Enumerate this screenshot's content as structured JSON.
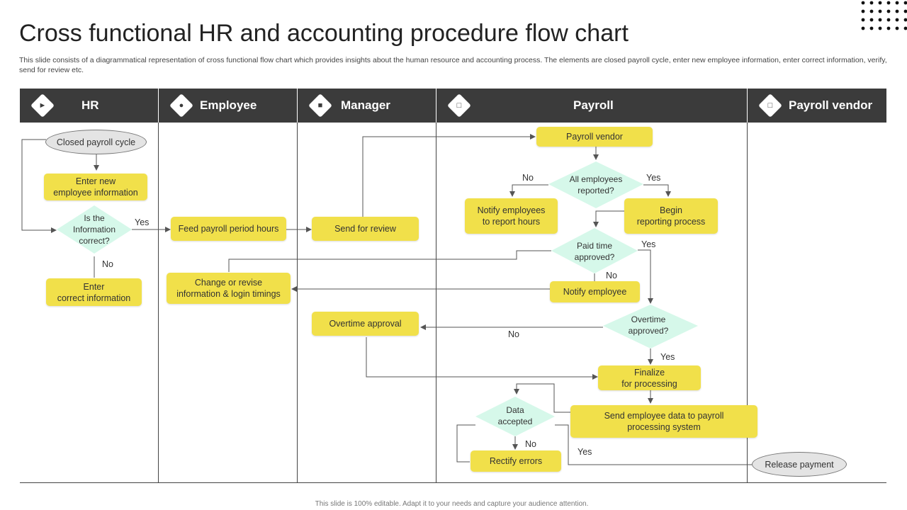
{
  "title": "Cross functional HR and accounting procedure flow chart",
  "description": "This slide consists of a diagrammatical representation of cross functional flow chart which provides insights about the human resource and accounting process. The elements are closed payroll cycle, enter new employee information, enter correct information, verify, send for review etc.",
  "footer": "This slide is 100% editable. Adapt it to your needs and capture your audience attention.",
  "lanes": {
    "hr": "HR",
    "employee": "Employee",
    "manager": "Manager",
    "payroll": "Payroll",
    "vendor": "Payroll vendor"
  },
  "lane_icons": {
    "hr": "hand-coin-icon",
    "employee": "team-icon",
    "manager": "person-desk-icon",
    "payroll": "document-icon",
    "vendor": "invoice-icon"
  },
  "nodes": {
    "closed_payroll": "Closed payroll cycle",
    "enter_new": "Enter new\nemployee information",
    "is_info_correct": "Is the\nInformation\ncorrect?",
    "enter_correct": "Enter\ncorrect information",
    "feed_hours": "Feed payroll period hours",
    "change_revise": "Change  or revise\ninformation  & login timings",
    "send_review": "Send for review",
    "overtime_approval": "Overtime  approval",
    "payroll_vendor": "Payroll vendor",
    "all_reported": "All employees\nreported?",
    "notify_report": "Notify employees\nto report hours",
    "begin_reporting": "Begin\nreporting process",
    "paid_time": "Paid time\napproved?",
    "notify_employee": "Notify employee",
    "overtime_approved": "Overtime\napproved?",
    "finalize": "Finalize\nfor processing",
    "send_data": "Send employee data to payroll\nprocessing system",
    "data_accepted": "Data\naccepted",
    "rectify": "Rectify errors",
    "release_payment": "Release payment"
  },
  "edge_labels": {
    "yes_info": "Yes",
    "no_info": "No",
    "no_reported": "No",
    "yes_reported": "Yes",
    "yes_paid": "Yes",
    "no_paid": "No",
    "no_overtime": "No",
    "yes_overtime": "Yes",
    "no_data": "No",
    "yes_data": "Yes"
  },
  "colors": {
    "header": "#3b3b3b",
    "process": "#f1e04a",
    "decision": "#d6f8ea",
    "terminal": "#e4e4e4"
  }
}
